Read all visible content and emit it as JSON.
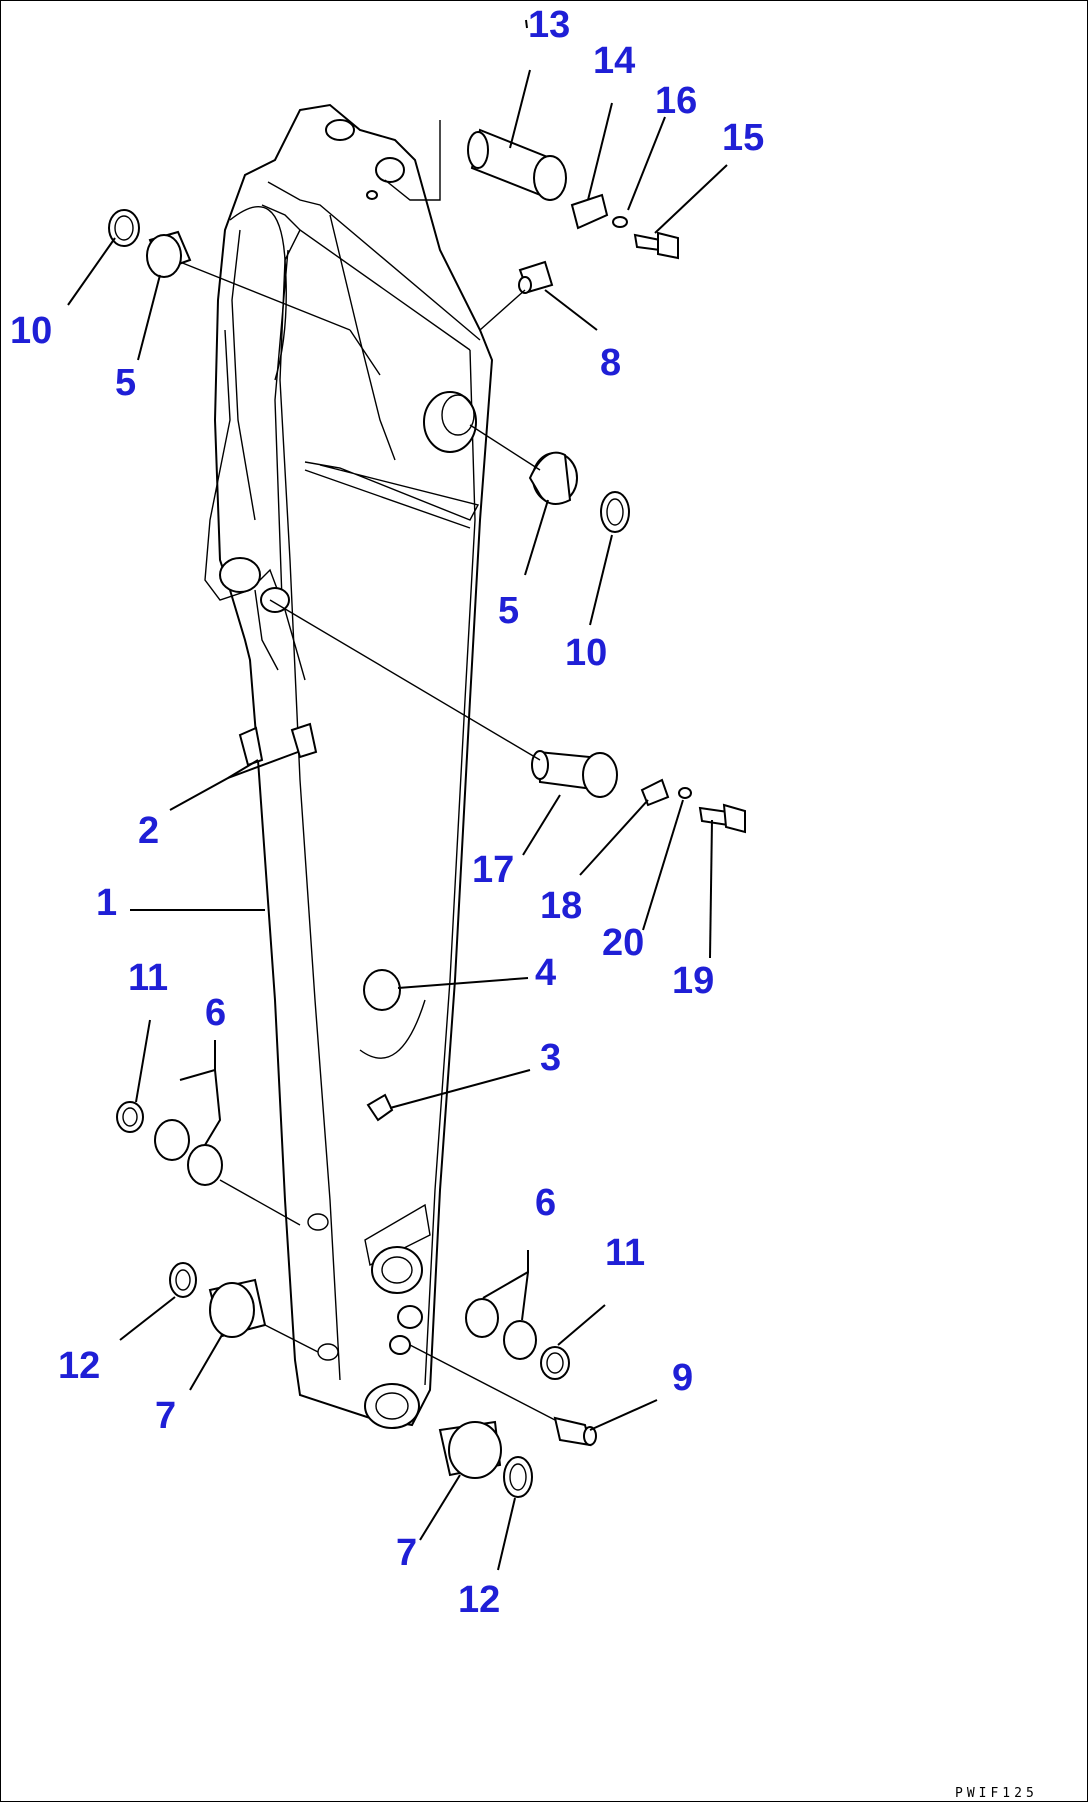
{
  "labels": [
    "1",
    "2",
    "3",
    "4",
    "5",
    "5",
    "6",
    "6",
    "7",
    "7",
    "8",
    "9",
    "10",
    "10",
    "11",
    "11",
    "12",
    "12",
    "13",
    "14",
    "15",
    "16",
    "17",
    "18",
    "19",
    "20"
  ],
  "drawing_code": "PWIF125",
  "colors": {
    "label": "#1f1fd6",
    "line": "#000000",
    "background": "#ffffff"
  }
}
